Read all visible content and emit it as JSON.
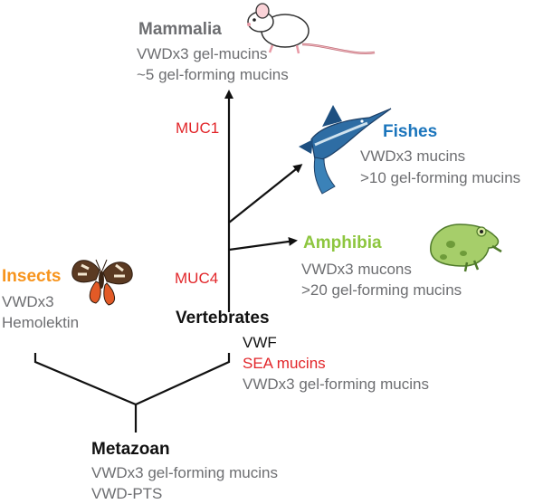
{
  "colors": {
    "mammalia": "#6d6e71",
    "fishes": "#1b75bc",
    "amphibia": "#8dc63f",
    "insects": "#f7941d",
    "mucin_red": "#e2262a",
    "text_gray": "#6d6e71"
  },
  "icons": [
    "mouse-icon",
    "marlin-icon",
    "frog-icon",
    "moth-icon"
  ],
  "mammalia": {
    "title": "Mammalia",
    "lines": [
      "VWDx3 gel-mucins",
      "~5 gel-forming mucins"
    ]
  },
  "fishes": {
    "title": "Fishes",
    "lines": [
      "VWDx3 mucins",
      ">10 gel-forming mucins"
    ]
  },
  "amphibia": {
    "title": "Amphibia",
    "lines": [
      "VWDx3 mucons",
      ">20 gel-forming mucins"
    ]
  },
  "insects": {
    "title": "Insects",
    "lines": [
      "VWDx3",
      "Hemolektin"
    ]
  },
  "vertebrates": {
    "title": "Vertebrates",
    "line1": "VWF",
    "line2": "SEA mucins",
    "line3": "VWDx3 gel-forming mucins"
  },
  "metazoan": {
    "title": "Metazoan",
    "lines": [
      "VWDx3 gel-forming mucins",
      "VWD-PTS"
    ]
  },
  "branch_labels": {
    "muc1": "MUC1",
    "muc4": "MUC4"
  }
}
